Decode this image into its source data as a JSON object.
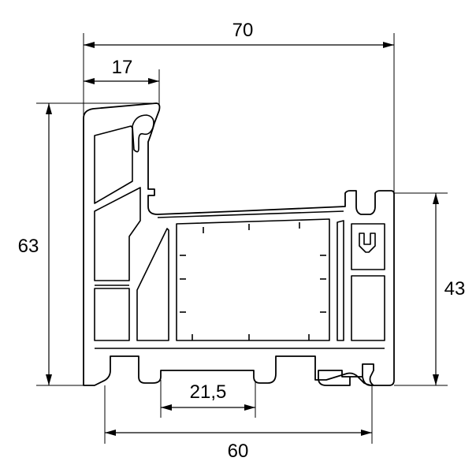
{
  "dimensions": {
    "overall_width": "70",
    "top_left": "17",
    "overall_height": "63",
    "right_height": "43",
    "inner_bottom": "21,5",
    "bottom_width": "60"
  }
}
